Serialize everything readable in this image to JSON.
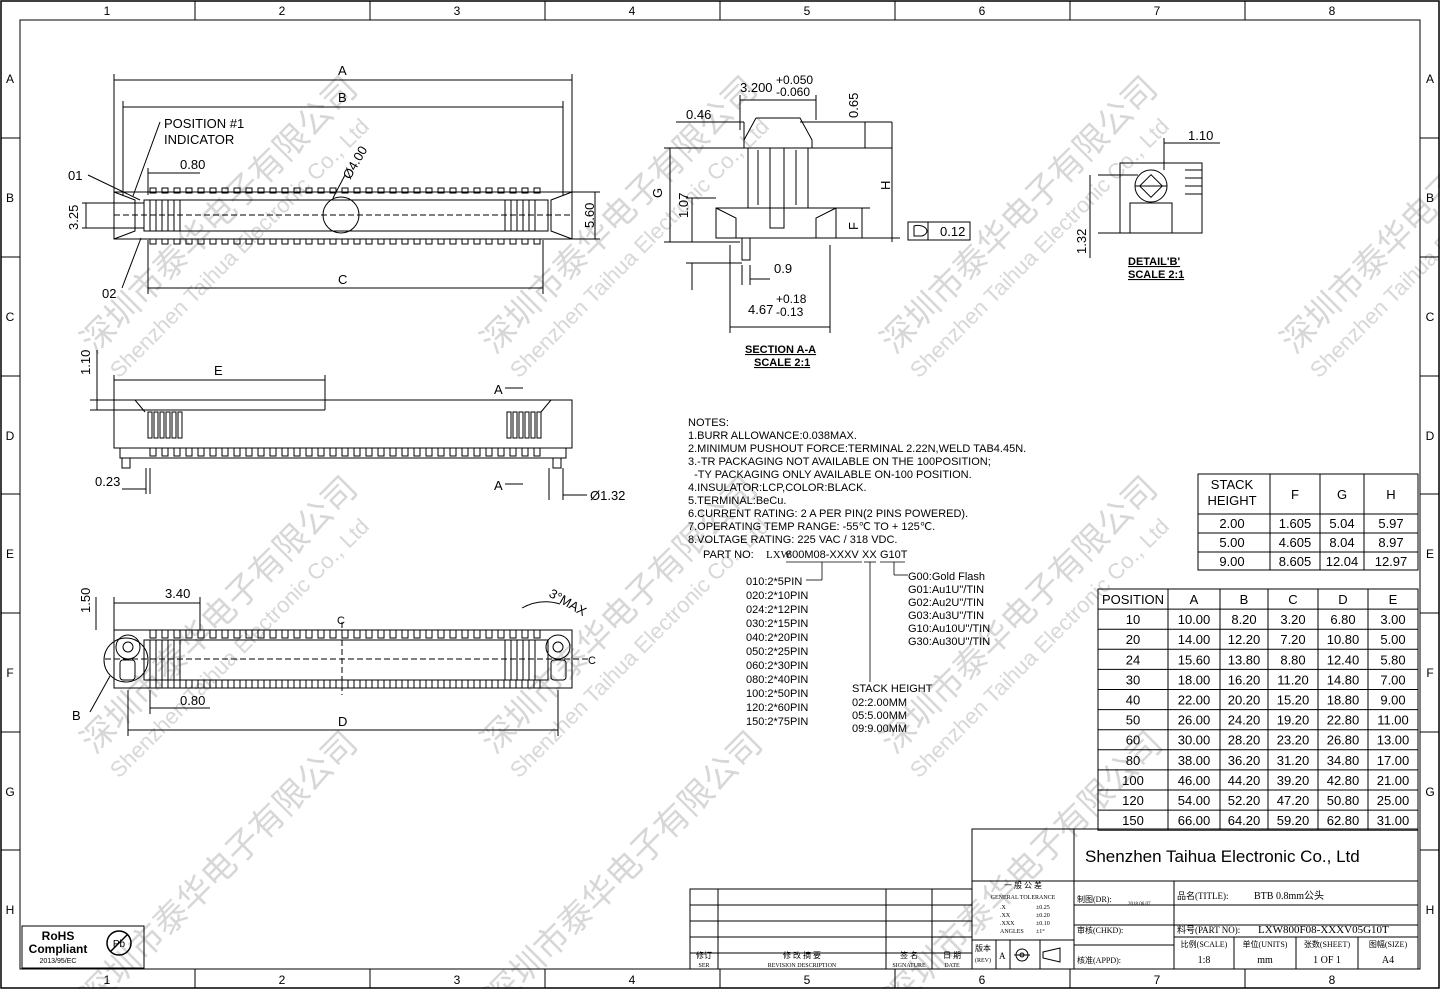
{
  "frame": {
    "col_numbers": [
      "1",
      "2",
      "3",
      "4",
      "5",
      "6",
      "7",
      "8"
    ],
    "row_letters": [
      "A",
      "B",
      "C",
      "D",
      "E",
      "F",
      "G",
      "H"
    ]
  },
  "watermark": {
    "cn": "深圳市泰华电子有限公司",
    "en": "Shenzhen Taihua Electronic Co., Ltd"
  },
  "top_view": {
    "dim_A": "A",
    "dim_B": "B",
    "dim_C": "C",
    "pos1_line1": "POSITION #1",
    "pos1_line2": "INDICATOR",
    "label_01": "01",
    "label_02": "02",
    "pitch": "0.80",
    "dia": "Ø4.00",
    "h_325": "3.25",
    "h_560": "5.60"
  },
  "side_view": {
    "dim_E": "E",
    "h_110": "1.10",
    "w_023": "0.23",
    "dia_132": "Ø1.32",
    "sect_a_top": "A",
    "sect_a_bot": "A"
  },
  "bottom_view": {
    "w_340": "3.40",
    "h_150": "1.50",
    "angle": "3°MAX",
    "pitch": "0.80",
    "dim_D": "D",
    "label_B": "B",
    "cl": "C"
  },
  "section": {
    "w_3200": "3.200",
    "tol_plus": "+0.050",
    "tol_minus": "-0.060",
    "w_046": "0.46",
    "h_065": "0.65",
    "label_G": "G",
    "h_107": "1.07",
    "label_H": "H",
    "label_F": "F",
    "flat": "0.12",
    "w_09": "0.9",
    "w_467": "4.67",
    "tol2_plus": "+0.18",
    "tol2_minus": "-0.13",
    "title": "SECTION A-A",
    "scale": "SCALE 2:1"
  },
  "detail": {
    "w_110": "1.10",
    "h_132": "1.32",
    "title": "DETAIL'B'",
    "scale": "SCALE 2:1"
  },
  "notes": {
    "lines": [
      "NOTES:",
      "1.BURR ALLOWANCE:0.038MAX.",
      "2.MINIMUM PUSHOUT FORCE:TERMINAL 2.22N,WELD TAB4.45N.",
      "3.-TR PACKAGING NOT AVAILABLE ON THE 100POSITION;",
      "  -TY PACKAGING ONLY AVAILABLE ON-100 POSITION.",
      "4.INSULATOR:LCP,COLOR:BLACK.",
      "5.TERMINAL:BeCu.",
      "6.CURRENT RATING: 2 A PER PIN(2 PINS POWERED).",
      "7.OPERATING TEMP RANGE: -55℃ TO + 125℃.",
      "8.VOLTAGE RATING: 225 VAC / 318 VDC."
    ],
    "part_no_label": "PART NO:",
    "part_no_prefix": "LXW",
    "part_no_body": "800M08-XXXV",
    "part_no_xx": "XX",
    "part_no_suffix": "G10T",
    "pins": [
      "010:2*5PIN",
      "020:2*10PIN",
      "024:2*12PIN",
      "030:2*15PIN",
      "040:2*20PIN",
      "050:2*25PIN",
      "060:2*30PIN",
      "080:2*40PIN",
      "100:2*50PIN",
      "120:2*60PIN",
      "150:2*75PIN"
    ],
    "platings": [
      "G00:Gold Flash",
      "G01:Au1U\"/TIN",
      "G02:Au2U\"/TIN",
      "G03:Au3U\"/TIN",
      "G10:Au10U\"/TIN",
      "G30:Au30U\"/TIN"
    ],
    "stack_title": "STACK HEIGHT",
    "stacks": [
      "02:2.00MM",
      "05:5.00MM",
      "09:9.00MM"
    ]
  },
  "stack_table": {
    "headers": [
      "STACK HEIGHT",
      "F",
      "G",
      "H"
    ],
    "rows": [
      [
        "2.00",
        "1.605",
        "5.04",
        "5.97"
      ],
      [
        "5.00",
        "4.605",
        "8.04",
        "8.97"
      ],
      [
        "9.00",
        "8.605",
        "12.04",
        "12.97"
      ]
    ]
  },
  "position_table": {
    "headers": [
      "POSITION",
      "A",
      "B",
      "C",
      "D",
      "E"
    ],
    "rows": [
      [
        "10",
        "10.00",
        "8.20",
        "3.20",
        "6.80",
        "3.00"
      ],
      [
        "20",
        "14.00",
        "12.20",
        "7.20",
        "10.80",
        "5.00"
      ],
      [
        "24",
        "15.60",
        "13.80",
        "8.80",
        "12.40",
        "5.80"
      ],
      [
        "30",
        "18.00",
        "16.20",
        "11.20",
        "14.80",
        "7.00"
      ],
      [
        "40",
        "22.00",
        "20.20",
        "15.20",
        "18.80",
        "9.00"
      ],
      [
        "50",
        "26.00",
        "24.20",
        "19.20",
        "22.80",
        "11.00"
      ],
      [
        "60",
        "30.00",
        "28.20",
        "23.20",
        "26.80",
        "13.00"
      ],
      [
        "80",
        "38.00",
        "36.20",
        "31.20",
        "34.80",
        "17.00"
      ],
      [
        "100",
        "46.00",
        "44.20",
        "39.20",
        "42.80",
        "21.00"
      ],
      [
        "120",
        "54.00",
        "52.20",
        "47.20",
        "50.80",
        "25.00"
      ],
      [
        "150",
        "66.00",
        "64.20",
        "59.20",
        "62.80",
        "31.00"
      ]
    ]
  },
  "title_block": {
    "company": "Shenzhen Taihua Electronic Co., Ltd",
    "tol_cn": "一 般 公 差",
    "tol_en": "GENERAL TOLERANCE",
    "tol_rows": [
      [
        ".X",
        "±0.25"
      ],
      [
        ".XX",
        "±0.20"
      ],
      [
        ".XXX",
        "±0.10"
      ],
      [
        "ANGLES",
        "±1°"
      ]
    ],
    "drawn_label": "制图(DR):",
    "drawn_date": "2018.06.07",
    "checked_label": "审核(CHKD):",
    "approved_label": "核准(APPD):",
    "title_label": "品名(TITLE):",
    "title_value": "BTB  0.8mm公头",
    "partno_label": "料号(PART NO):",
    "partno_value": "LXW800F08-XXXV05G10T",
    "rev_label": "版本",
    "rev_label_en": "(REV)",
    "rev_value": "A",
    "scale_label": "比例(SCALE)",
    "scale_value": "1:8",
    "units_label": "单位(UNITS)",
    "units_value": "mm",
    "sheet_label": "张数(SHEET)",
    "sheet_value": "1 OF 1",
    "size_label": "图幅(SIZE)",
    "size_value": "A4"
  },
  "revision_block": {
    "ser_cn": "修订",
    "ser_en": "SER",
    "desc_cn": "修  改  摘  要",
    "desc_en": "REVISION DESCRIPTION",
    "sig_cn": "签  名",
    "sig_en": "SIGNATURE",
    "date_cn": "日 期",
    "date_en": "DATE"
  },
  "rohs": {
    "line1": "RoHS",
    "line2": "Compliant",
    "line3": "2013/95/EC",
    "pb_text": "Pb"
  }
}
